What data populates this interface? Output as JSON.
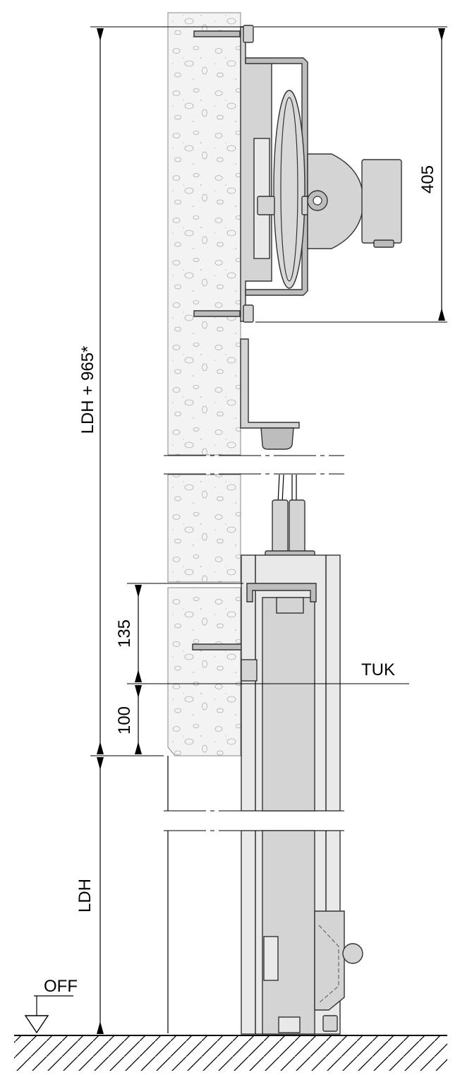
{
  "labels": {
    "ldh_plus": "LDH + 965*",
    "dim_405": "405",
    "dim_135": "135",
    "dim_100": "100",
    "tuk": "TUK",
    "ldh": "LDH",
    "off": "OFF"
  },
  "colors": {
    "steel": "#d4d4d4",
    "steel_dark": "#bdbdbd",
    "concrete": "#f2f2f2",
    "line": "#000000"
  }
}
